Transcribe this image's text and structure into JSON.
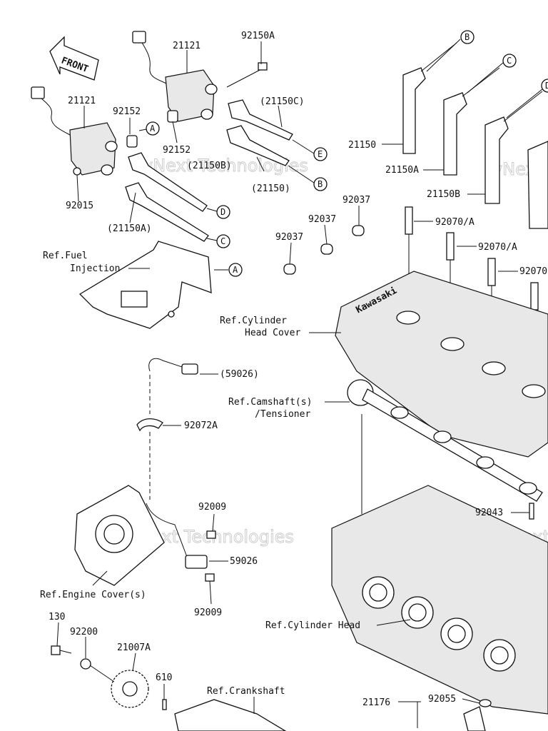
{
  "front_label": "FRONT",
  "watermark_text": "vNext Technologies",
  "callouts": {
    "A": "A",
    "B": "B",
    "C": "C",
    "D": "D",
    "E": "E"
  },
  "labels": {
    "p21121_top": "21121",
    "p92150A": "92150A",
    "p21121_left": "21121",
    "p92152_a": "92152",
    "p21150C_ref": "(21150C)",
    "p92152_b": "92152",
    "p21150B_ref": "(21150B)",
    "p21150_ref": "(21150)",
    "p92015": "92015",
    "p21150A_ref": "(21150A)",
    "p21150": "21150",
    "p21150A": "21150A",
    "p21150B": "21150B",
    "p92037_a": "92037",
    "p92037_b": "92037",
    "p92037_c": "92037",
    "p92070A_a": "92070/A",
    "p92070A_b": "92070/A",
    "p92070A_c": "92070",
    "ref_fuel_1": "Ref.Fuel",
    "ref_fuel_2": "Injection",
    "ref_cyl_cover_1": "Ref.Cylinder",
    "ref_cyl_cover_2": "Head Cover",
    "p59026_ref": "(59026)",
    "ref_camshaft_1": "Ref.Camshaft(s)",
    "ref_camshaft_2": "/Tensioner",
    "p92072A": "92072A",
    "p92009_a": "92009",
    "p59026": "59026",
    "p92009_b": "92009",
    "p92043": "92043",
    "ref_engine_cover": "Ref.Engine Cover(s)",
    "ref_cyl_head": "Ref.Cylinder Head",
    "p130": "130",
    "p92200": "92200",
    "p21007A": "21007A",
    "p610": "610",
    "ref_crankshaft": "Ref.Crankshaft",
    "p21176": "21176",
    "p92055": "92055"
  }
}
